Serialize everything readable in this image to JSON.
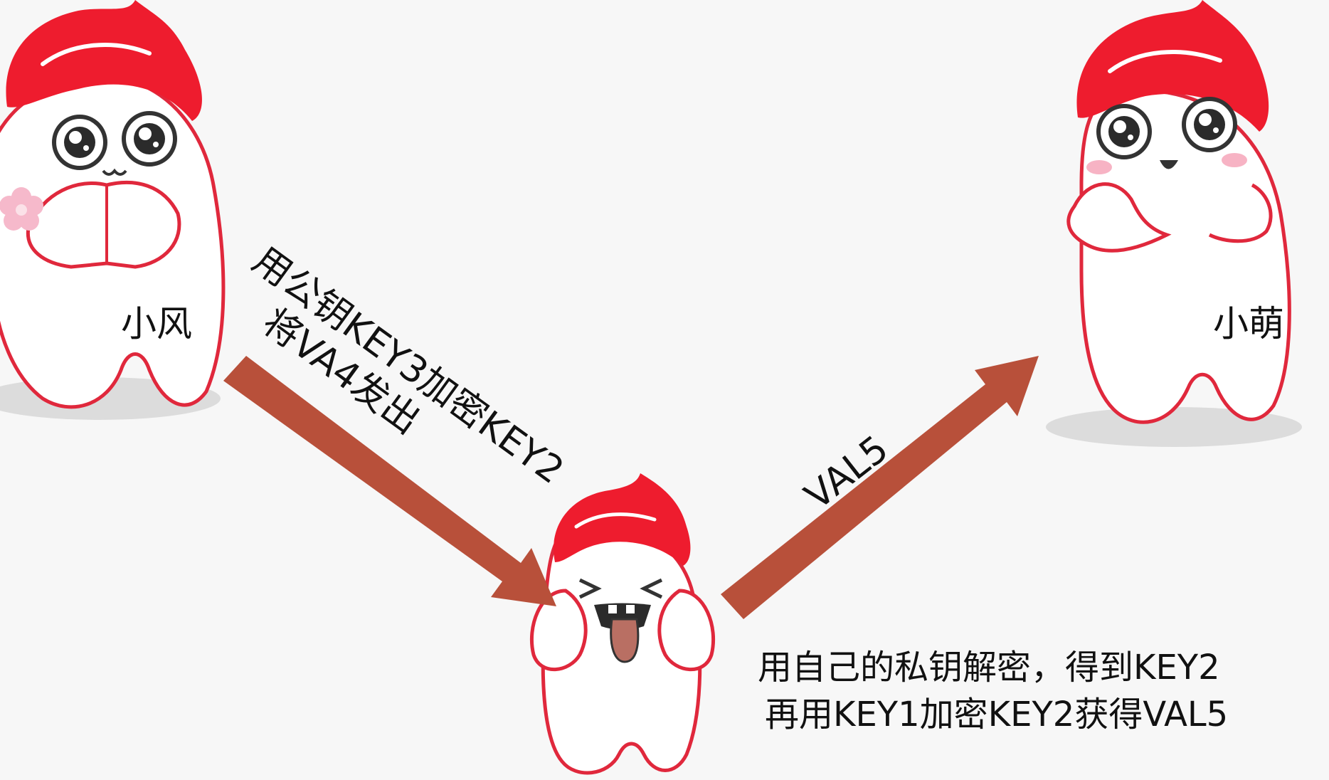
{
  "characters": {
    "sender": {
      "name": "小风"
    },
    "attacker": {
      "name": ""
    },
    "receiver": {
      "name": "小萌"
    }
  },
  "arrows": {
    "left": {
      "line1": "用公钥KEY3加密KEY2",
      "line2": "将VA4发出"
    },
    "right": {
      "label": "VAL5"
    }
  },
  "note": {
    "line1": "用自己的私钥解密，得到KEY2",
    "line2": "再用KEY1加密KEY2获得VAL5"
  },
  "colors": {
    "flame": "#ee1c2e",
    "outline": "#e0283c",
    "arrow": "#b8503a",
    "background": "#f7f7f7",
    "shadow": "#dcdcdc",
    "blush": "#f7b3c4",
    "flower": "#f6b9cb",
    "tongue": "#b96f63"
  }
}
